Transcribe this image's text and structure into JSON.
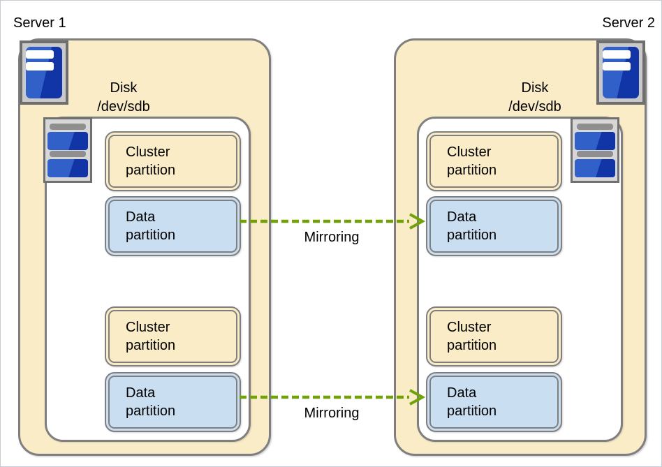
{
  "diagram": {
    "title_implicit": "Disk mirroring between two servers",
    "servers": [
      {
        "name": "Server 1",
        "disk": {
          "title": "Disk",
          "device": "/dev/sdb"
        },
        "partitions": [
          {
            "kind": "cluster",
            "label": "Cluster partition"
          },
          {
            "kind": "data",
            "label": "Data partition"
          },
          {
            "kind": "cluster",
            "label": "Cluster partition"
          },
          {
            "kind": "data",
            "label": "Data partition"
          }
        ]
      },
      {
        "name": "Server 2",
        "disk": {
          "title": "Disk",
          "device": "/dev/sdb"
        },
        "partitions": [
          {
            "kind": "cluster",
            "label": "Cluster partition"
          },
          {
            "kind": "data",
            "label": "Data partition"
          },
          {
            "kind": "cluster",
            "label": "Cluster partition"
          },
          {
            "kind": "data",
            "label": "Data partition"
          }
        ]
      }
    ],
    "arrows": [
      {
        "label": "Mirroring",
        "from": "server1-data-partition-1",
        "to": "server2-data-partition-1"
      },
      {
        "label": "Mirroring",
        "from": "server1-data-partition-2",
        "to": "server2-data-partition-2"
      }
    ],
    "icons": {
      "server_unit": "server-icon",
      "disk_stack": "disk-stack-icon",
      "partition_disk": "disk-icon"
    },
    "colors": {
      "cream": "#fbecc8",
      "partition_blue": "#cadef1",
      "border_gray": "#7f7f7f",
      "icon_blue": "#3060c8",
      "icon_blue_dark": "#1134a6",
      "disk_bar_gray": "#8f8f8f",
      "arrow_green": "#70a208"
    }
  }
}
